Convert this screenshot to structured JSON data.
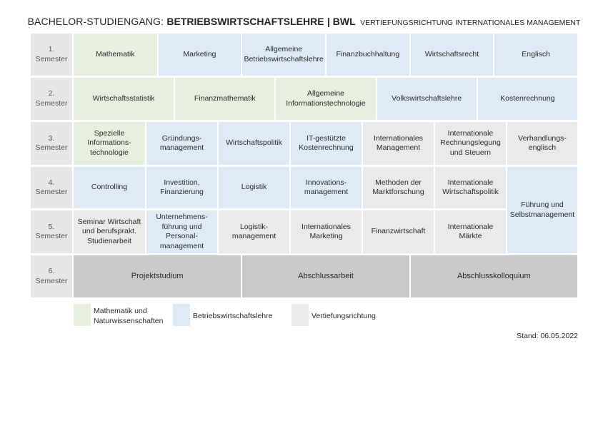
{
  "header": {
    "prefix": "BACHELOR-STUDIENGANG:",
    "program": "BETRIEBSWIRTSCHAFTSLEHRE",
    "separator_code": "| BWL",
    "specialization": "VERTIEFUNGSRICHTUNG INTERNATIONALES MANAGEMENT"
  },
  "colors": {
    "math": "#e7f0df",
    "bwl": "#deebf7",
    "vert": "#ebeaeb",
    "sem6": "#c9c9c9",
    "rowlabel": "#e7e7e7"
  },
  "semesters": [
    {
      "label": "1. Semester",
      "modules": [
        {
          "name": "Mathematik",
          "category": "math"
        },
        {
          "name": "Marketing",
          "category": "bwl"
        },
        {
          "name": "Allgemeine Betriebswirtschaftslehre",
          "category": "bwl"
        },
        {
          "name": "Finanzbuchhaltung",
          "category": "bwl"
        },
        {
          "name": "Wirtschaftsrecht",
          "category": "bwl"
        },
        {
          "name": "Englisch",
          "category": "bwl"
        }
      ]
    },
    {
      "label": "2. Semester",
      "modules": [
        {
          "name": "Wirtschaftsstatistik",
          "category": "math"
        },
        {
          "name": "Finanzmathematik",
          "category": "math"
        },
        {
          "name": "Allgemeine Informationstechnologie",
          "category": "math"
        },
        {
          "name": "Volkswirtschaftslehre",
          "category": "bwl"
        },
        {
          "name": "Kostenrechnung",
          "category": "bwl"
        }
      ]
    },
    {
      "label": "3. Semester",
      "modules": [
        {
          "name": "Spezielle Informations-technologie",
          "category": "math"
        },
        {
          "name": "Gründungs-management",
          "category": "bwl"
        },
        {
          "name": "Wirtschaftspolitik",
          "category": "bwl"
        },
        {
          "name": "IT-gestützte Kostenrechnung",
          "category": "bwl"
        },
        {
          "name": "Internationales Management",
          "category": "vert"
        },
        {
          "name": "Internationale Rechnungslegung und Steuern",
          "category": "vert"
        },
        {
          "name": "Verhandlungs-englisch",
          "category": "vert"
        }
      ]
    },
    {
      "label": "4. Semester",
      "modules": [
        {
          "name": "Controlling",
          "category": "bwl"
        },
        {
          "name": "Investition, Finanzierung",
          "category": "bwl"
        },
        {
          "name": "Logistik",
          "category": "bwl"
        },
        {
          "name": "Innovations-management",
          "category": "bwl"
        },
        {
          "name": "Methoden der Marktforschung",
          "category": "vert"
        },
        {
          "name": "Internationale Wirtschaftspolitik",
          "category": "vert"
        },
        {
          "name": "Führung und Selbstmanagement",
          "category": "bwl"
        }
      ]
    },
    {
      "label": "5. Semester",
      "modules": [
        {
          "name": "Seminar Wirtschaft und berufsprakt. Studienarbeit",
          "category": "vert"
        },
        {
          "name": "Unternehmens-führung und Personal-management",
          "category": "bwl"
        },
        {
          "name": "Logistik-management",
          "category": "vert"
        },
        {
          "name": "Internationales Marketing",
          "category": "vert"
        },
        {
          "name": "Finanzwirtschaft",
          "category": "vert"
        },
        {
          "name": "Internationale Märkte",
          "category": "vert"
        }
      ]
    },
    {
      "label": "6. Semester",
      "modules": [
        {
          "name": "Projektstudium",
          "category": "sem6"
        },
        {
          "name": "Abschlussarbeit",
          "category": "sem6"
        },
        {
          "name": "Abschlusskolloquium",
          "category": "sem6"
        }
      ]
    }
  ],
  "legend": [
    {
      "label": "Mathematik und Naturwissenschaften",
      "category": "math"
    },
    {
      "label": "Betriebswirtschaftslehre",
      "category": "bwl"
    },
    {
      "label": "Vertiefungsrichtung",
      "category": "vert"
    }
  ],
  "footer": {
    "stand": "Stand: 06.05.2022"
  }
}
